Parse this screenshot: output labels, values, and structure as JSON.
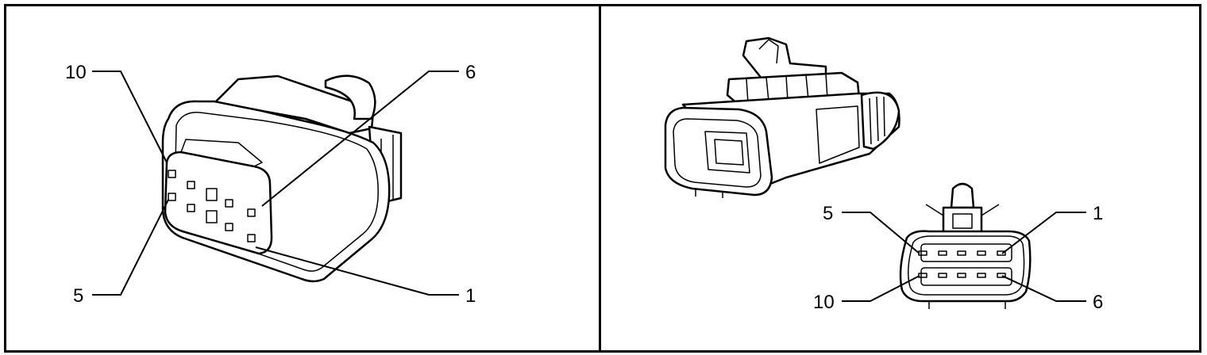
{
  "left_panel": {
    "pin_labels": {
      "top_left": "10",
      "top_right": "6",
      "bottom_left": "5",
      "bottom_right": "1"
    }
  },
  "right_panel": {
    "pin_labels": {
      "top_left": "5",
      "top_right": "1",
      "bottom_left": "10",
      "bottom_right": "6"
    }
  },
  "colors": {
    "line": "#000000",
    "background": "#ffffff"
  }
}
